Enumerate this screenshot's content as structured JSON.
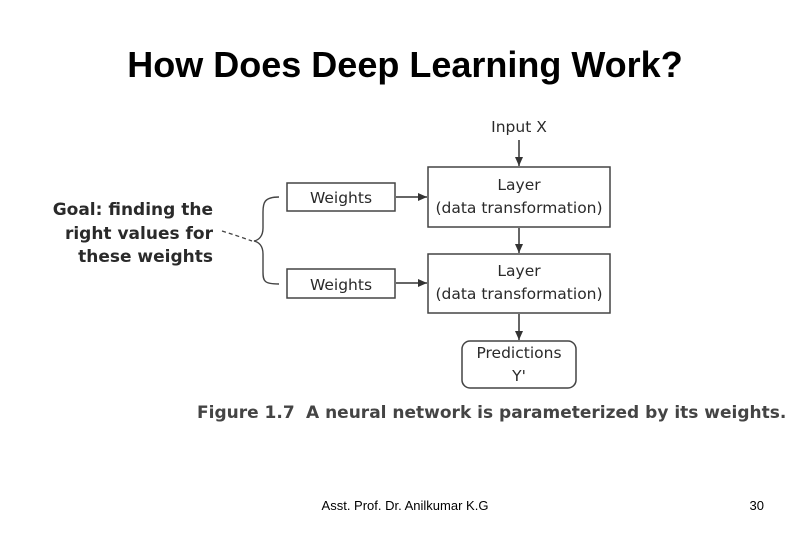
{
  "slide": {
    "title": "How Does Deep Learning Work?",
    "footer": "Asst. Prof. Dr. Anilkumar K.G",
    "page_number": "30"
  },
  "diagram": {
    "input_label": "Input X",
    "goal_lines": [
      "Goal: finding the",
      "right values for",
      "these weights"
    ],
    "weights_label": "Weights",
    "layer_line1": "Layer",
    "layer_line2": "(data transformation)",
    "predictions_line1": "Predictions",
    "predictions_line2": "Y'",
    "caption_figure": "Figure 1.7",
    "caption_text": "A neural network is parameterized by its weights."
  }
}
